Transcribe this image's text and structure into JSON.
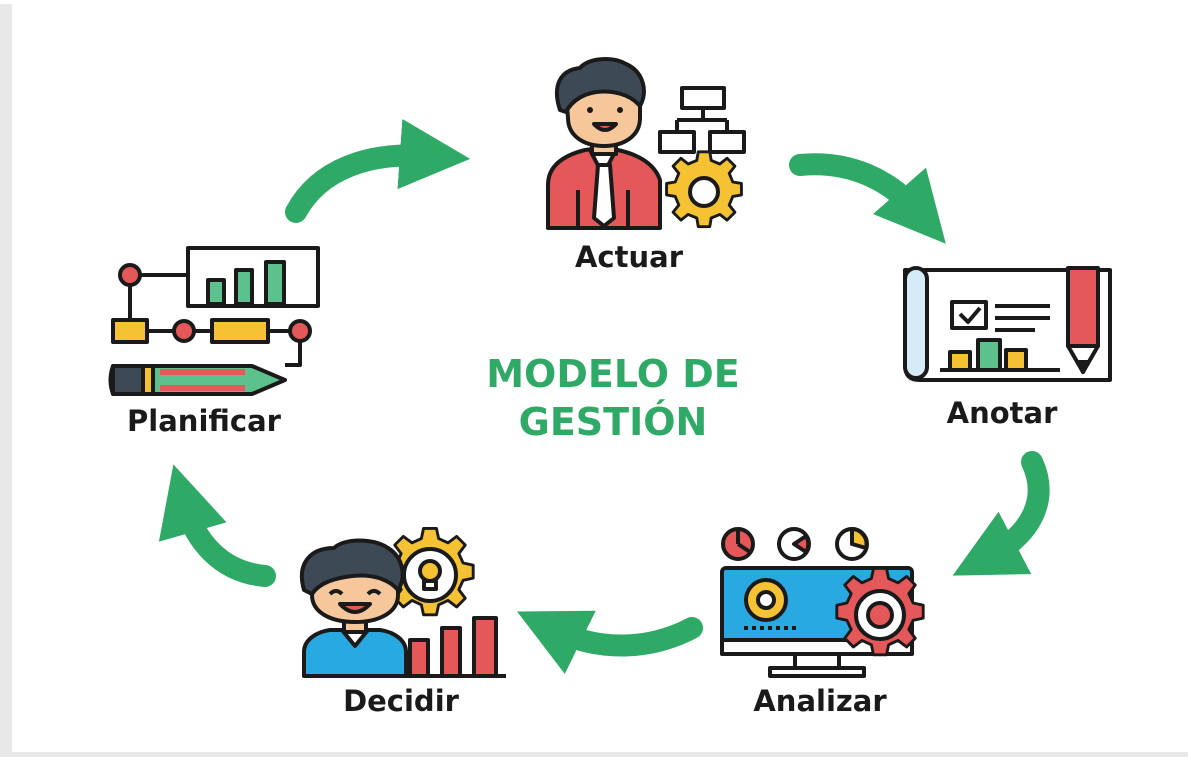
{
  "title_lines": [
    "MODELO DE",
    "GESTIÓN"
  ],
  "stages": [
    {
      "id": "actuar",
      "label": "Actuar"
    },
    {
      "id": "anotar",
      "label": "Anotar"
    },
    {
      "id": "analizar",
      "label": "Analizar"
    },
    {
      "id": "decidir",
      "label": "Decidir"
    },
    {
      "id": "planificar",
      "label": "Planificar"
    }
  ],
  "colors": {
    "arrow": "#2eaa66",
    "title": "#2eaa66",
    "outline": "#1a1a1a",
    "red": "#e5585a",
    "yellow": "#f5c234",
    "green": "#5cc18d",
    "blue": "#29a9e1",
    "skin": "#f7c79c",
    "hair": "#3d4a56"
  },
  "icons": [
    "manager-gear-icon",
    "blueprint-pencil-icon",
    "monitor-analytics-icon",
    "idea-person-chart-icon",
    "plan-flowchart-icon"
  ]
}
